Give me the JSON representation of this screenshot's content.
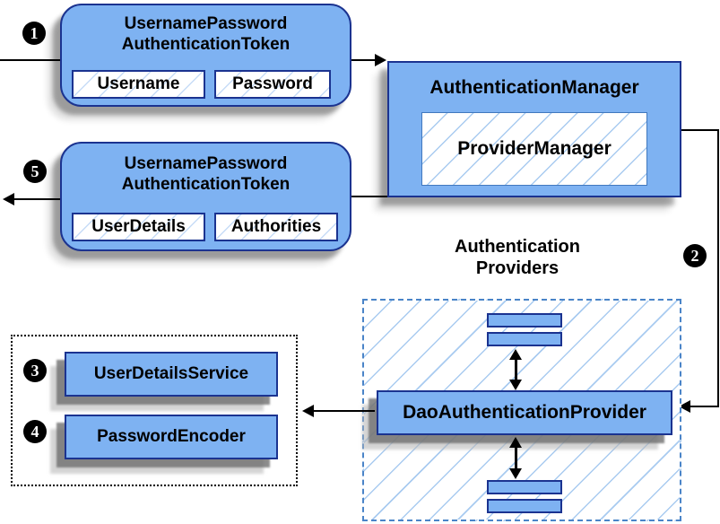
{
  "colors": {
    "node_fill": "#7eb2f2",
    "node_border": "#1b3390",
    "inner_border": "#4178be",
    "hatch_line": "#a9cbf0",
    "hatch_faint": "#c7dcf7",
    "dashed_border": "#4a84c8",
    "connector": "#000000",
    "marker_bg": "#000000",
    "marker_text": "#ffffff"
  },
  "markers": {
    "step1": "1",
    "step2": "2",
    "step3": "3",
    "step4": "4",
    "step5": "5"
  },
  "nodes": {
    "request_token": {
      "title_line1": "UsernamePassword",
      "title_line2": "AuthenticationToken",
      "fields": {
        "username": "Username",
        "password": "Password"
      }
    },
    "authentication_manager": {
      "title": "AuthenticationManager",
      "inner": "ProviderManager"
    },
    "result_token": {
      "title_line1": "UsernamePassword",
      "title_line2": "AuthenticationToken",
      "fields": {
        "user_details": "UserDetails",
        "authorities": "Authorities"
      }
    },
    "providers_group": {
      "heading_line1": "Authentication",
      "heading_line2": "Providers",
      "provider": "DaoAuthenticationProvider"
    },
    "dependencies_group": {
      "user_details_service": "UserDetailsService",
      "password_encoder": "PasswordEncoder"
    }
  }
}
